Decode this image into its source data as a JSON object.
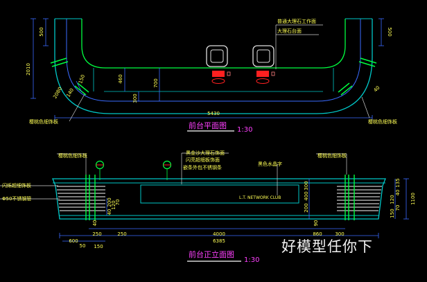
{
  "plan": {
    "title": "前台平面图",
    "scale": "1:30",
    "dims": {
      "overall_width": "5430",
      "left_top_500": "500",
      "right_top_500": "500",
      "left_height": "2010",
      "r2080": "2080",
      "d140": "140",
      "d150": "150",
      "d460": "460",
      "d700": "700",
      "d300": "300",
      "d40": "40"
    },
    "labels": {
      "label_workstation": "普通大理石工作面",
      "label_countertop": "大理石台面",
      "label_left_panel": "樱桃色细饰板",
      "label_right_panel": "樱桃色细饰板"
    }
  },
  "elevation": {
    "title": "前台正立面图",
    "scale": "1:30",
    "sign_text": "L.T. NETWORK CLUB",
    "labels": {
      "label_left_panel": "樱桃色细饰板",
      "label_right_panel": "樱桃色细饰板",
      "label_gold_marble": "黑金沙大理石饰面",
      "label_glass_lamp": "闪亮超细板饰面",
      "label_steel_trim": "嵌条外包不锈钢条",
      "label_acrylic": "黑色水晶字",
      "label_left_glass": "闪烁超细饰板",
      "label_steel_tube": "Φ50不锈钢管"
    },
    "dims": {
      "d250a": "250",
      "d250b": "250",
      "d4000": "4000",
      "d860": "860",
      "d300b": "300",
      "d600": "600",
      "d6385": "6385",
      "d50": "50",
      "d150": "150",
      "d200a": "200",
      "d120a": "120",
      "d70a": "70",
      "d40b": "40",
      "d90": "90",
      "d40c": "40",
      "d1100": "1100",
      "d1135": "135",
      "d40r": "40",
      "d120r": "120",
      "d70r": "70",
      "d150r": "150",
      "d300r": "300",
      "d400r": "400",
      "d200r": "200"
    }
  },
  "watermark": "好模型任你下",
  "colors": {
    "background": "#000000",
    "outline_cyan": "#00c8c8",
    "inner_green": "#00ff40",
    "dimension_blue": "#3a6bff",
    "label_yellow": "#ffff55",
    "label_magenta": "#e040e0",
    "highlight_red": "#ff2020",
    "panel_gray": "#c8c8c8",
    "title_magenta": "#ff40ff",
    "text_white": "#ffffff"
  }
}
